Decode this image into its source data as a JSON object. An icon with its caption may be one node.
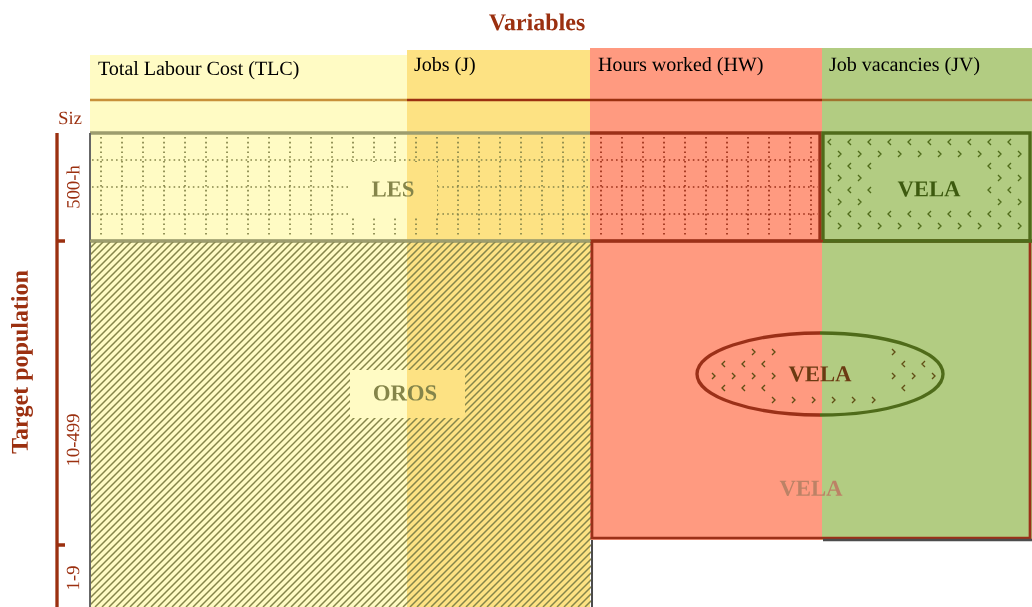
{
  "diagram": {
    "nodes": [
      {
        "text": [
          "Total Labour Cost (TLC)"
        ]
      },
      {
        "text": [
          "Jobs (J)"
        ]
      },
      {
        "text": [
          "Hours worked (HW)"
        ]
      },
      {
        "text": [
          "Job vacancies (JV)"
        ]
      },
      {
        "text": [
          "LES"
        ]
      },
      {
        "text": [
          "VELA"
        ]
      },
      {
        "text": [
          "OROS"
        ]
      },
      {
        "text": [
          "VELA"
        ]
      },
      {
        "text": [
          "VELA"
        ],
        "in": 7
      }
    ],
    "labels": [
      "Variables",
      "Siz",
      "500-h",
      "Target population",
      "10-499",
      "1-9"
    ]
  }
}
